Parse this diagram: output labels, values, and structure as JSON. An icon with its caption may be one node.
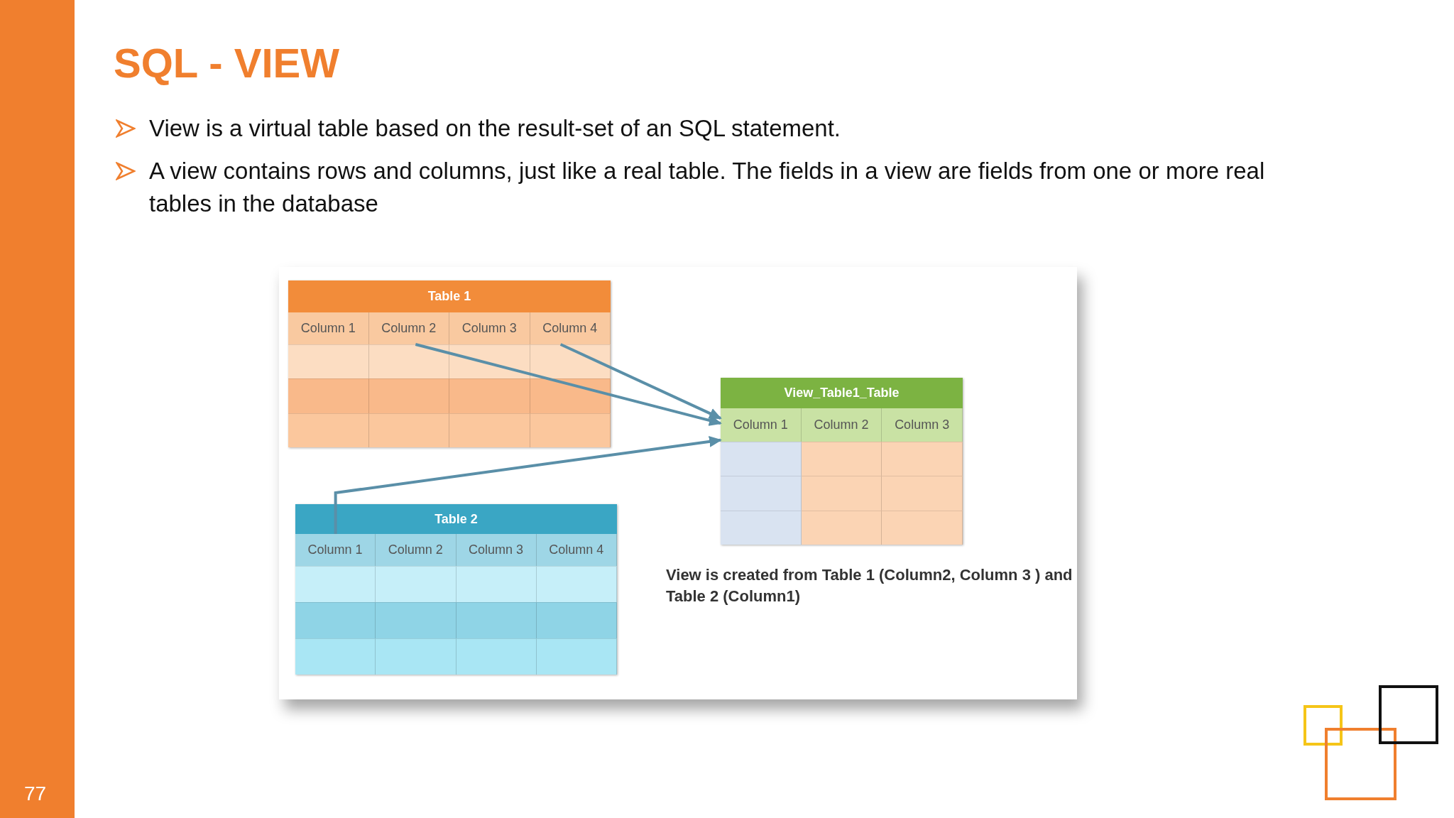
{
  "diagram": {
    "title": "SQL - VIEW",
    "nodes": [
      {
        "text": [
          "Table 1"
        ]
      },
      {
        "text": [
          "Column 1"
        ],
        "in": 0
      },
      {
        "text": [
          "Column 2"
        ],
        "in": 0
      },
      {
        "text": [
          "Column 3"
        ],
        "in": 0
      },
      {
        "text": [
          "Column 4"
        ],
        "in": 0
      },
      {
        "text": [
          "Table 2"
        ]
      },
      {
        "text": [
          "Column 1"
        ],
        "in": 5
      },
      {
        "text": [
          "Column 2"
        ],
        "in": 5
      },
      {
        "text": [
          "Column 3"
        ],
        "in": 5
      },
      {
        "text": [
          "Column 4"
        ],
        "in": 5
      },
      {
        "text": [
          "View_Table1_Table"
        ]
      },
      {
        "text": [
          "Column 1"
        ],
        "in": 10
      },
      {
        "text": [
          "Column 2"
        ],
        "in": 10
      },
      {
        "text": [
          "Column 3"
        ],
        "in": 10
      }
    ],
    "edges": [
      {
        "from": 2,
        "to": 11,
        "arrow": "to"
      },
      {
        "from": 4,
        "to": 11,
        "arrow": "to"
      },
      {
        "from": 6,
        "to": 11,
        "arrow": "to"
      }
    ],
    "labels": [
      "View is a virtual table based on the result-set of an SQL statement.",
      "A view contains rows and columns, just like a real table. The fields in a view are fields from one or more real tables in the database",
      "View is created from Table 1 (Column2, Column 3 ) and Table 2 (Column1)",
      "77"
    ]
  }
}
